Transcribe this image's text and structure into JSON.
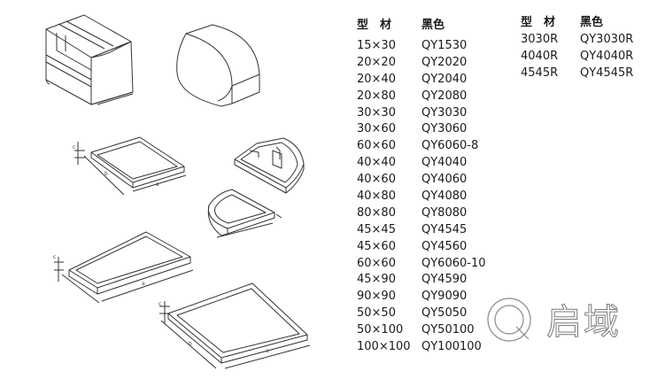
{
  "table_left": {
    "header": {
      "type_label": "型　材",
      "color_label": "黑色"
    },
    "rows": [
      {
        "size": "15×30",
        "code": "QY1530"
      },
      {
        "size": "20×20",
        "code": "QY2020"
      },
      {
        "size": "20×40",
        "code": "QY2040"
      },
      {
        "size": "20×80",
        "code": "QY2080"
      },
      {
        "size": "30×30",
        "code": "QY3030"
      },
      {
        "size": "30×60",
        "code": "QY3060"
      },
      {
        "size": "60×60",
        "code": "QY6060-8"
      },
      {
        "size": "40×40",
        "code": "QY4040"
      },
      {
        "size": "40×60",
        "code": "QY4060"
      },
      {
        "size": "40×80",
        "code": "QY4080"
      },
      {
        "size": "80×80",
        "code": "QY8080"
      },
      {
        "size": "45×45",
        "code": "QY4545"
      },
      {
        "size": "45×60",
        "code": "QY4560"
      },
      {
        "size": "60×60",
        "code": "QY6060-10"
      },
      {
        "size": "45×90",
        "code": "QY4590"
      },
      {
        "size": "90×90",
        "code": "QY9090"
      },
      {
        "size": "50×50",
        "code": "QY5050"
      },
      {
        "size": "50×100",
        "code": "QY50100"
      },
      {
        "size": "100×100",
        "code": "QY100100"
      }
    ]
  },
  "table_right": {
    "header": {
      "type_label": "型　材",
      "color_label": "黑色"
    },
    "rows": [
      {
        "size": "3030R",
        "code": "QY3030R"
      },
      {
        "size": "4040R",
        "code": "QY4040R"
      },
      {
        "size": "4545R",
        "code": "QY4545R"
      }
    ]
  },
  "dimension_labels": {
    "c": "c",
    "a": "a",
    "b": "b"
  },
  "watermark": {
    "text": "启域"
  }
}
